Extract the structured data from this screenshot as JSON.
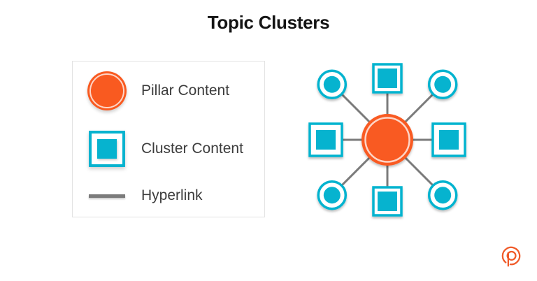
{
  "title": "Topic Clusters",
  "colors": {
    "pillar_orange": "#f95a20",
    "cluster_cyan": "#06b3cf",
    "hyperlink_gray": "#7b7b7b",
    "text_dark": "#3c3c3c",
    "legend_border": "#e3e3e3"
  },
  "legend": {
    "items": [
      {
        "icon": "pillar-circle-icon",
        "label": "Pillar Content"
      },
      {
        "icon": "cluster-square-icon",
        "label": "Cluster Content"
      },
      {
        "icon": "hyperlink-line-icon",
        "label": "Hyperlink"
      }
    ]
  },
  "diagram": {
    "description": "central pillar circle connected by 8 hyperlink spokes to cluster nodes",
    "center": {
      "shape": "circle",
      "role": "pillar-content",
      "r": 37
    },
    "nodes": [
      {
        "shape": "square",
        "role": "cluster-content",
        "angle": -90,
        "dist": 88,
        "size": 40,
        "inner": 28
      },
      {
        "shape": "circle",
        "role": "cluster-content",
        "angle": -45,
        "dist": 112,
        "r": 19.5,
        "inner_r": 12
      },
      {
        "shape": "square",
        "role": "cluster-content",
        "angle": 0,
        "dist": 88,
        "size": 46,
        "inner": 28
      },
      {
        "shape": "circle",
        "role": "cluster-content",
        "angle": 45,
        "dist": 112,
        "r": 19.5,
        "inner_r": 12
      },
      {
        "shape": "square",
        "role": "cluster-content",
        "angle": 90,
        "dist": 88,
        "size": 40,
        "inner": 28
      },
      {
        "shape": "circle",
        "role": "cluster-content",
        "angle": 135,
        "dist": 112,
        "r": 19.5,
        "inner_r": 12
      },
      {
        "shape": "square",
        "role": "cluster-content",
        "angle": 180,
        "dist": 88,
        "size": 46,
        "inner": 28
      },
      {
        "shape": "circle",
        "role": "cluster-content",
        "angle": -135,
        "dist": 112,
        "r": 19.5,
        "inner_r": 12
      }
    ]
  },
  "footer": {
    "logo_icon": "p-circle-logo"
  }
}
